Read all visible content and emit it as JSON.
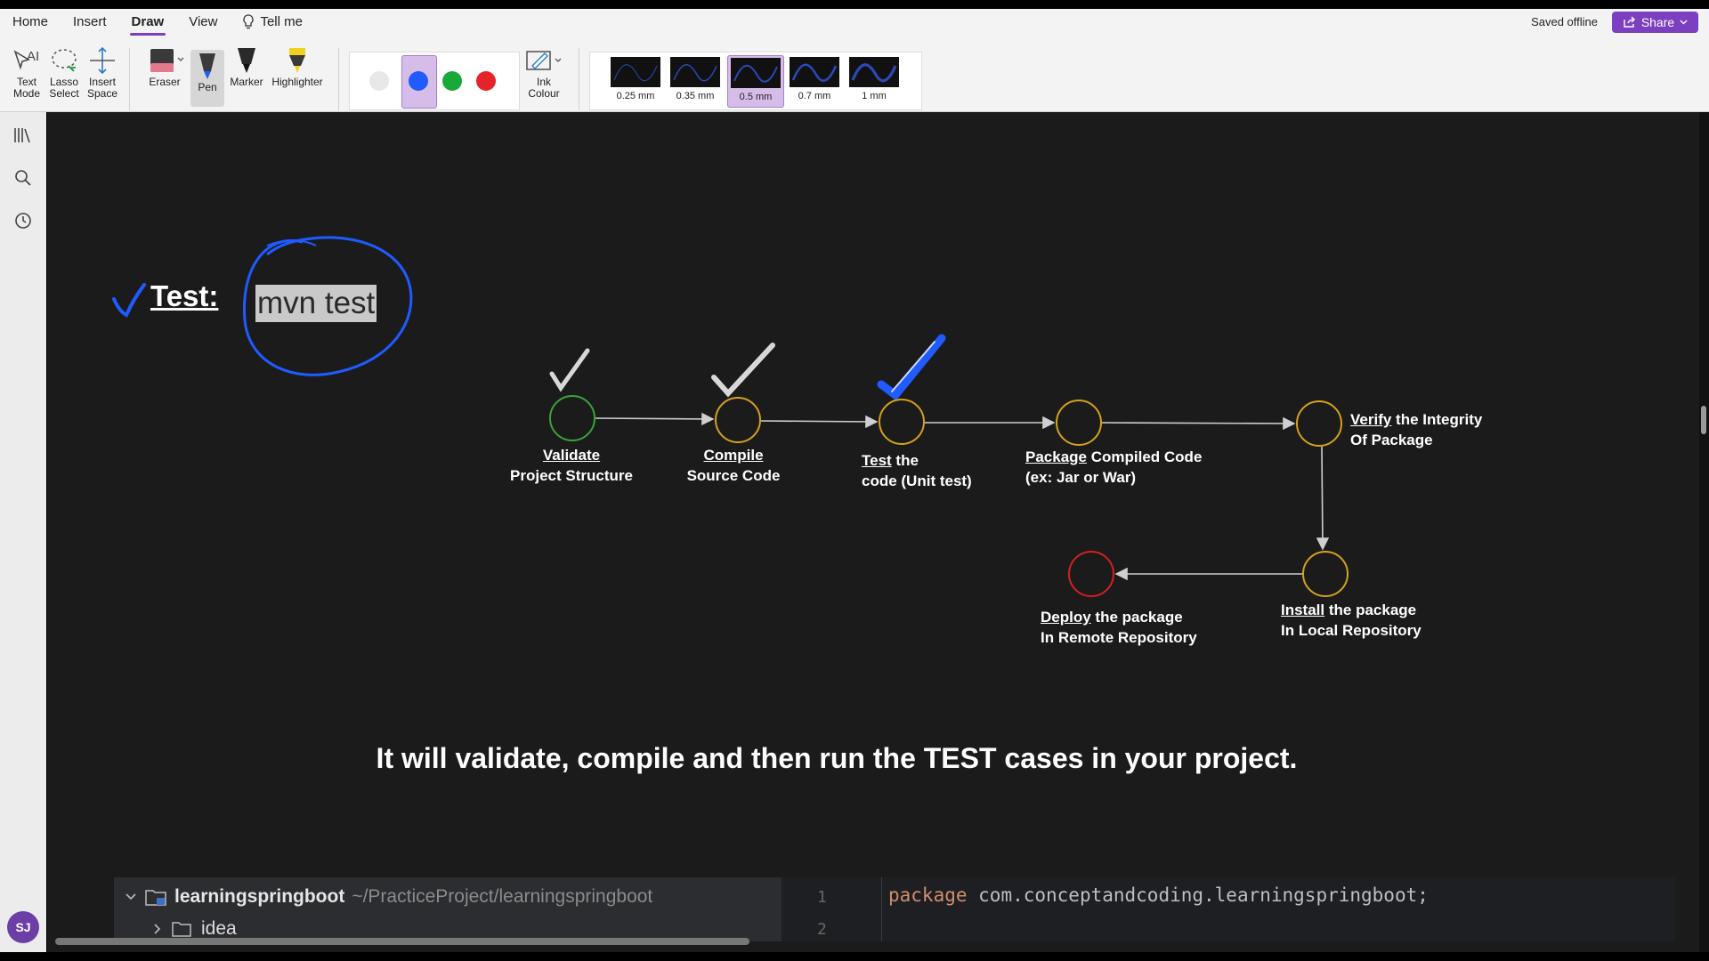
{
  "menu": {
    "home": "Home",
    "insert": "Insert",
    "draw": "Draw",
    "view": "View",
    "tell_me": "Tell me"
  },
  "status": {
    "saved": "Saved offline",
    "share": "Share"
  },
  "tools": {
    "text_mode": [
      "Text",
      "Mode"
    ],
    "lasso_select": [
      "Lasso",
      "Select"
    ],
    "insert_space": [
      "Insert",
      "Space"
    ],
    "eraser": "Eraser",
    "pen": "Pen",
    "marker": "Marker",
    "highlighter": "Highlighter",
    "ink_colour": [
      "Ink",
      "Colour"
    ]
  },
  "colors": {
    "white": "#e8e8e8",
    "blue": "#1f5bff",
    "green": "#19a83a",
    "red": "#e5232a",
    "accent": "#7b3fbf"
  },
  "thickness": [
    "0.25 mm",
    "0.35 mm",
    "0.5 mm",
    "0.7 mm",
    "1 mm"
  ],
  "selected_thickness": "0.5 mm",
  "note": {
    "heading": "Test:",
    "command": "mvn test",
    "steps": {
      "validate": {
        "u": "Validate",
        "l2": "Project Structure"
      },
      "compile": {
        "u": "Compile",
        "l2": "Source Code"
      },
      "test": {
        "u": "Test",
        "rest": " the",
        "l2": "code (Unit test)"
      },
      "package": {
        "u": "Package",
        "rest": " Compiled Code",
        "l2": "(ex: Jar or War)"
      },
      "verify": {
        "u": "Verify",
        "rest": " the Integrity",
        "l2": "Of Package"
      },
      "install": {
        "u": "Install",
        "rest": " the package",
        "l2": "In Local Repository"
      },
      "deploy": {
        "u": "Deploy",
        "rest": " the package",
        "l2": "In Remote Repository"
      }
    },
    "summary": "It will validate, compile and then run the TEST cases in your project."
  },
  "ide": {
    "project": "learningspringboot",
    "path": "~/PracticeProject/learningspringboot",
    "folder": "idea",
    "line1": "1",
    "line2": "2",
    "keyword": "package",
    "package_name": " com.conceptandcoding.learningspringboot;"
  },
  "user_initials": "SJ"
}
